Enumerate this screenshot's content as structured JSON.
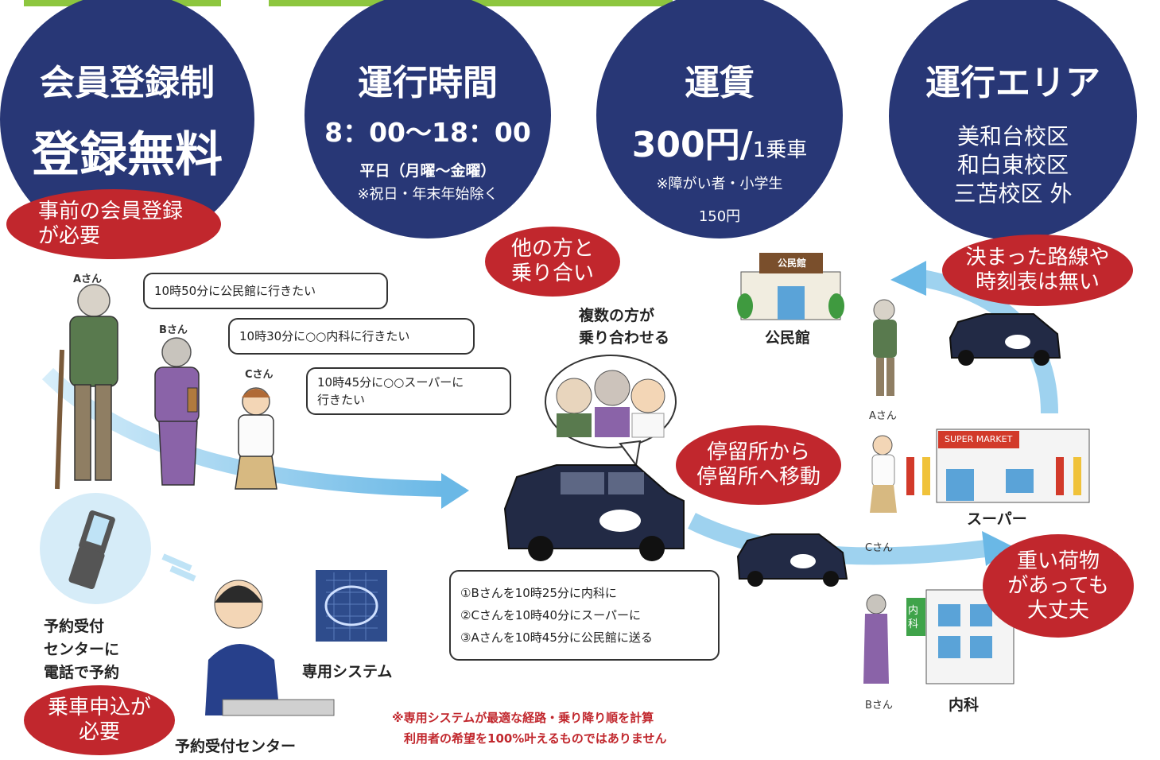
{
  "circles": {
    "membership": {
      "title": "会員登録制",
      "big": "登録無料"
    },
    "hours": {
      "title": "運行時間",
      "time": "8：00～18：00",
      "days": "平日（月曜～金曜）",
      "note": "※祝日・年末年始除く"
    },
    "fare": {
      "title": "運賃",
      "price": "300円/",
      "unit": "1乗車",
      "note1": "※障がい者・小学生",
      "note2": "150円"
    },
    "area": {
      "title": "運行エリア",
      "line1": "美和台校区",
      "line2": "和白東校区",
      "line3": "三苫校区 外"
    }
  },
  "bubbles": {
    "pre_registration": [
      "事前の会員登録",
      "が必要"
    ],
    "shared_ride": [
      "他の方と",
      "乗り合い"
    ],
    "no_fixed_route": [
      "決まった路線や",
      "時刻表は無い"
    ],
    "stop_to_stop": [
      "停留所から",
      "停留所へ移動"
    ],
    "heavy_luggage": [
      "重い荷物",
      "があっても",
      "大丈夫"
    ],
    "booking_required": [
      "乗車申込が",
      "必要"
    ]
  },
  "requests": {
    "a": {
      "name": "Aさん",
      "text": "10時50分に公民館に行きたい"
    },
    "b": {
      "name": "Bさん",
      "text": "10時30分に○○内科に行きたい"
    },
    "c": {
      "name": "Cさん",
      "text1": "10時45分に○○スーパーに",
      "text2": "行きたい"
    }
  },
  "shared": {
    "line1": "複数の方が",
    "line2": "乗り合わせる"
  },
  "places": {
    "community_hall": "公民館",
    "community_hall_sign": "公民館",
    "supermarket": "スーパー",
    "supermarket_sign": "SUPER MARKET",
    "clinic": "内科",
    "clinic_sign": "内科"
  },
  "riders": {
    "a": "Aさん",
    "b": "Bさん",
    "c": "Cさん"
  },
  "phone": {
    "line1": "予約受付",
    "line2": "センターに",
    "line3": "電話で予約"
  },
  "center_label": "予約受付センター",
  "system": {
    "label": "専用システム",
    "step1": "①Bさんを10時25分に内科に",
    "step2": "②Cさんを10時40分にスーパーに",
    "step3": "③Aさんを10時45分に公民館に送る"
  },
  "footnote": {
    "line1": "※専用システムが最適な経路・乗り降り順を計算",
    "line2": "利用者の希望を100%叶えるものではありません"
  },
  "colors": {
    "navy": "#283776",
    "red": "#c1272d",
    "green": "#8dc63f",
    "arrow": "#7ec3ea",
    "footnote": "#c1272d"
  }
}
